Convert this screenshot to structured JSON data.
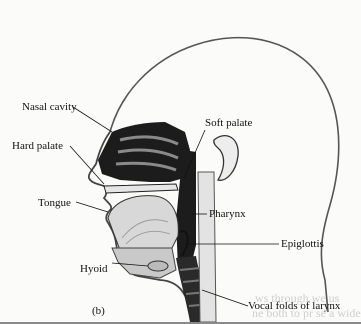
{
  "diagram": {
    "labels": {
      "nasal_cavity": "Nasal cavity",
      "hard_palate": "Hard palate",
      "soft_palate": "Soft palate",
      "tongue": "Tongue",
      "pharynx": "Pharynx",
      "epiglottis": "Epiglottis",
      "hyoid": "Hyoid",
      "vocal_folds": "Vocal folds of larynx"
    },
    "panel_label": "(b)"
  },
  "bleed_through": {
    "line_1": "ws through we us",
    "line_2": "ne both to pr  se a wide"
  },
  "colors": {
    "ink": "#111111",
    "cavity": "#1c1c1c",
    "tissue": "#d8d8d8",
    "page": "#fbfbf9"
  }
}
